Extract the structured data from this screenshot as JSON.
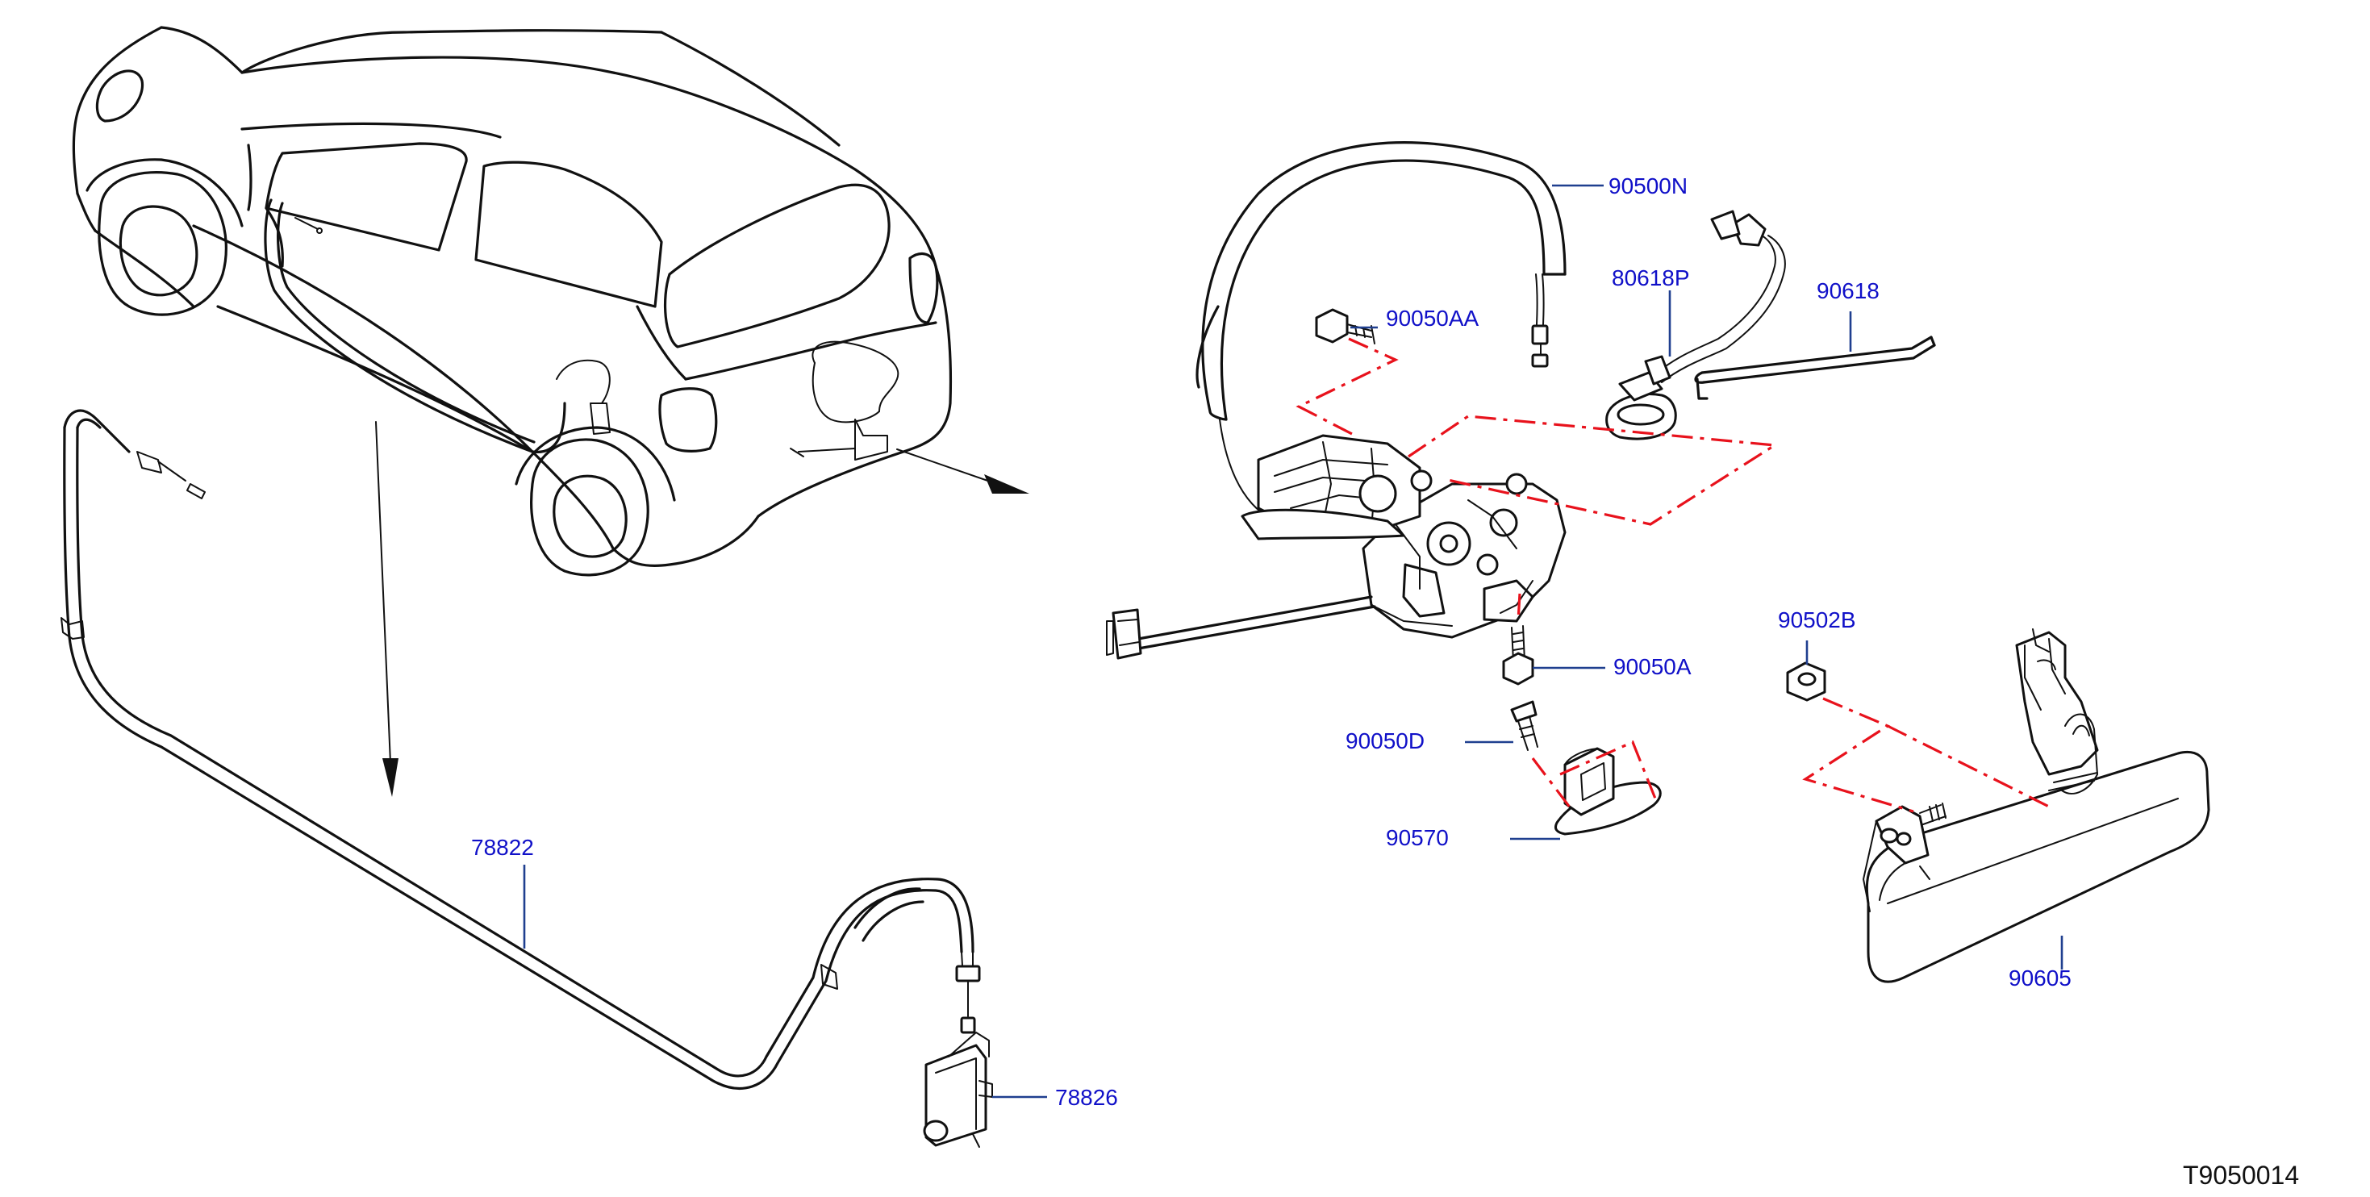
{
  "labels": {
    "p90500N": "90500N",
    "p80618P": "80618P",
    "p90618": "90618",
    "p90050AA": "90050AA",
    "p90050A": "90050A",
    "p90050D": "90050D",
    "p90570": "90570",
    "p90502B": "90502B",
    "p90605": "90605",
    "p78822": "78822",
    "p78826": "78826"
  },
  "diagram_code": "T9050014",
  "colors": {
    "line": "#111111",
    "label": "#1010c8",
    "leader": "#1f3f8f",
    "dashed_relation": "#e8121c"
  }
}
